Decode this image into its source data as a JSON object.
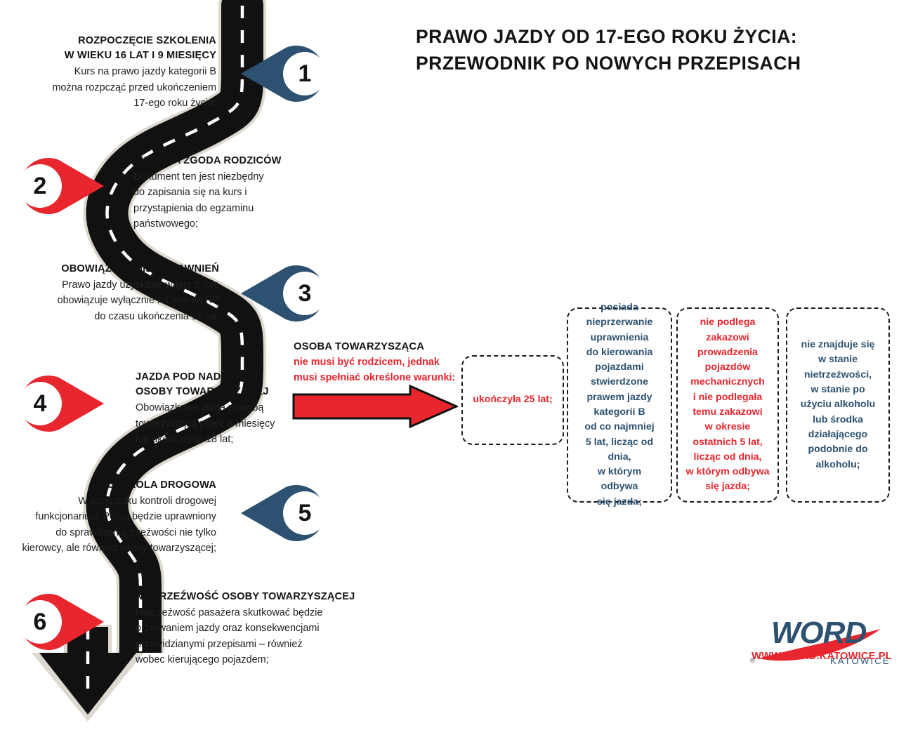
{
  "headline": {
    "line1": "PRAWO JAZDY OD 17-EGO ROKU ŻYCIA:",
    "line2": "PRZEWODNIK PO NOWYCH PRZEPISACH"
  },
  "colors": {
    "red": "#e8262d",
    "blue": "#2d5170",
    "road": "#111111",
    "text": "#141414"
  },
  "steps": [
    {
      "number": "1",
      "title": "ROZPOCZĘCIE SZKOLENIA\nW WIEKU 16 LAT I 9 MIESIĘCY",
      "body": "Kurs na prawo  jazdy kategorii B\nmożna rozpcząć przed ukończeniem\n17-ego roku życia;",
      "marker_color": "blue",
      "marker_direction": "left"
    },
    {
      "number": "2",
      "title": "PISEMNA ZGODA RODZICÓW",
      "body": "Dokument ten jest niezbędny\ndo zapisania się na kurs i\nprzystąpienia do egzaminu\npaństwowego;",
      "marker_color": "red",
      "marker_direction": "right"
    },
    {
      "number": "3",
      "title": "OBOWIĄZYWANIE UPRAWNIEŃ",
      "body": "Prawo jazdy uzyskane w tym trybie\nobowiązuje wyłącznie na terenie  RP\ndo czasu ukończenia 18 lat;",
      "marker_color": "blue",
      "marker_direction": "left"
    },
    {
      "number": "4",
      "title": "JAZDA POD NADZOREM\nOSOBY TOWARZYSZĄCEJ",
      "body": "Obowiązkowa jazda z osobą\ntowarzyszącą przez 6 miesięcy\nlub ukończenia 18 lat;",
      "marker_color": "red",
      "marker_direction": "right"
    },
    {
      "number": "5",
      "title": "KONTROLA DROGOWA",
      "body": "W przypadku kontroli drogowej\nfunkcjonariusz Policji będzie uprawniony\ndo sprawdzenia trzeźwości nie tylko\nkierowcy, ale również osoby towarzyszącej;",
      "marker_color": "blue",
      "marker_direction": "left"
    },
    {
      "number": "6",
      "title": "NIETRZEŹWOŚĆ OSOBY TOWARZYSZĄCEJ",
      "body": "Nietrzeźwość pasażera skutkować będzie\nprzerwaniem jazdy oraz konsekwencjami\nprzewidzianymi przepisami – również\nwobec kierującego pojazdem;",
      "marker_color": "red",
      "marker_direction": "right"
    }
  ],
  "companion": {
    "title": "OSOBA TOWARZYSZĄCA",
    "subtitle": "nie musi być rodzicem, jednak\nmusi spełniać określone warunki:",
    "conditions": [
      {
        "text": "ukończyła 25 lat;",
        "color": "#e8262d"
      },
      {
        "text": "posiada\nnieprzerwanie\nuprawnienia\ndo kierowania\npojazdami\nstwierdzone\nprawem jazdy\nkategorii B\nod co najmniej\n5 lat, licząc od\ndnia,\nw którym\nodbywa\nsię jazda;",
        "color": "#2d5170"
      },
      {
        "text": "nie podlega\nzakazowi\nprowadzenia\npojazdów\nmechanicznych\ni nie podlegała\ntemu zakazowi\nw okresie\nostatnich 5 lat,\nlicząc od dnia,\nw którym odbywa\nsię jazda;",
        "color": "#e8262d"
      },
      {
        "text": "nie znajduje się\nw stanie\nnietrzeźwości,\nw stanie po\nużyciu alkoholu\nlub środka\ndziałającego\npodobnie do\nalkoholu;",
        "color": "#2d5170"
      }
    ]
  },
  "logo": {
    "word": "WORD",
    "city": "KATOWICE",
    "registered": "®",
    "url": "WWW.WORD.KATOWICE.PL"
  }
}
